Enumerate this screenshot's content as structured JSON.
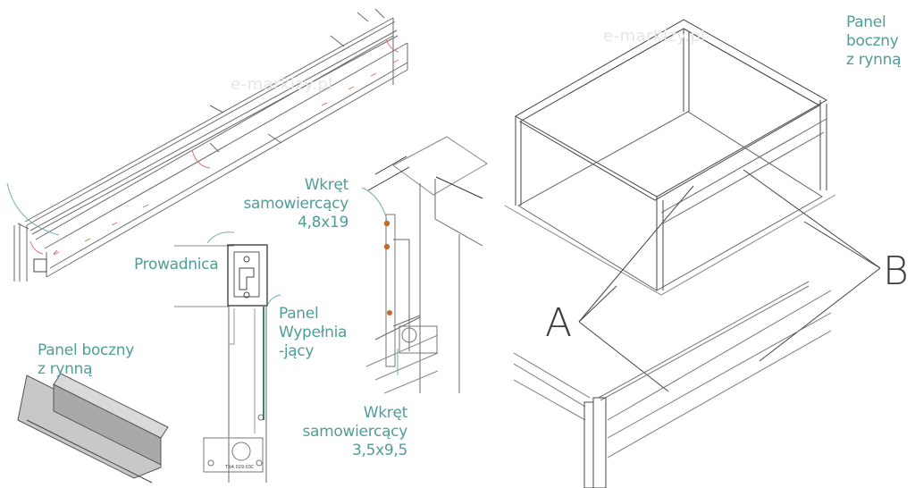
{
  "watermark": "e-markizy.pl",
  "colors": {
    "label": "#4f9e97",
    "line": "#555555",
    "red_arrow": "#e06060",
    "screw": "#c56a2a"
  },
  "labels": {
    "wkret_top": [
      "Wkręt",
      "samowiercący",
      "4,8x19"
    ],
    "prowadnica": "Prowadnica",
    "panel_wypelniajacy": [
      "Panel",
      "Wypełnia",
      "-jący"
    ],
    "panel_boczny_left": [
      "Panel boczny",
      "z rynną"
    ],
    "wkret_bottom": [
      "Wkręt",
      "samowiercący",
      "3,5x9,5"
    ],
    "panel_boczny_right": [
      "Panel",
      "boczny",
      "z rynną"
    ],
    "marker_a": "A",
    "marker_b": "B",
    "part_code": "TN4.029.03C"
  }
}
